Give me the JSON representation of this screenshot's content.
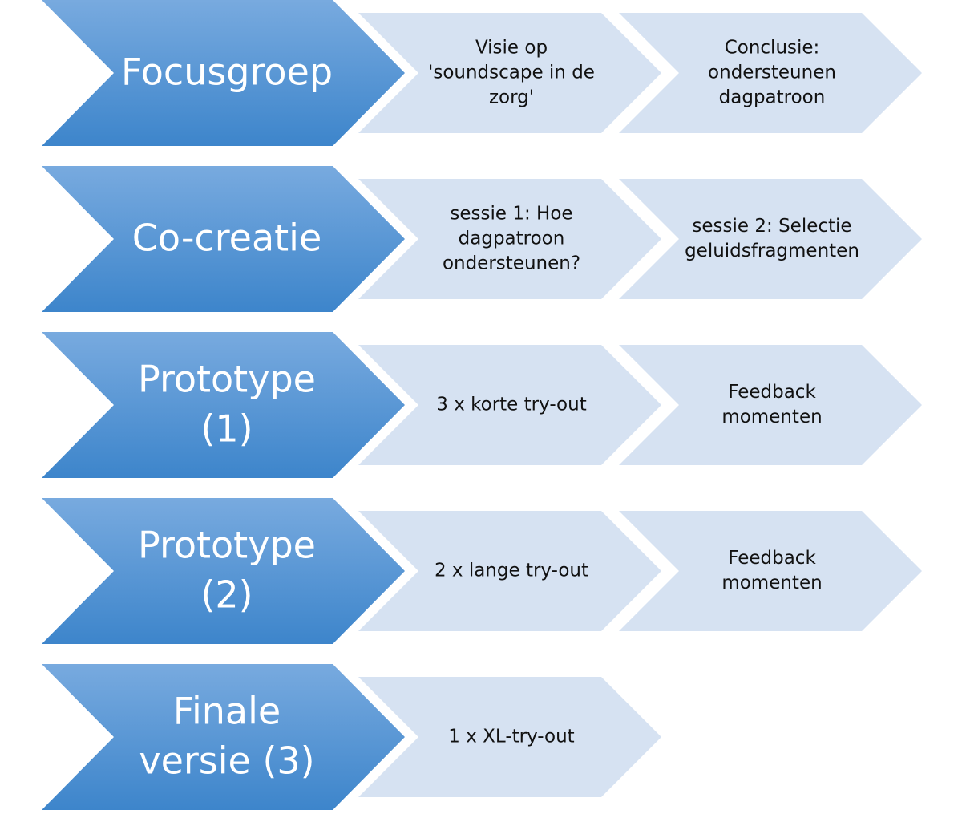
{
  "colors": {
    "main_top": "#78aadf",
    "main_bottom": "#3d85cb",
    "sub_fill": "#d6e2f2",
    "sub_text": "#111111",
    "main_text": "#ffffff"
  },
  "rows": [
    {
      "id": "focusgroep",
      "main_lines": [
        "Focusgroep"
      ],
      "steps": [
        {
          "lines": [
            "Visie op",
            "'soundscape in de",
            "zorg'"
          ]
        },
        {
          "lines": [
            "Conclusie:",
            "ondersteunen",
            "dagpatroon"
          ]
        }
      ]
    },
    {
      "id": "co-creatie",
      "main_lines": [
        "Co-creatie"
      ],
      "steps": [
        {
          "lines": [
            "sessie 1: Hoe",
            "dagpatroon",
            "ondersteunen?"
          ]
        },
        {
          "lines": [
            "sessie 2: Selectie",
            "geluidsfragmenten"
          ]
        }
      ]
    },
    {
      "id": "prototype-1",
      "main_lines": [
        "Prototype",
        "(1)"
      ],
      "steps": [
        {
          "lines": [
            "3 x korte try-out"
          ]
        },
        {
          "lines": [
            "Feedback",
            "momenten"
          ]
        }
      ]
    },
    {
      "id": "prototype-2",
      "main_lines": [
        "Prototype",
        "(2)"
      ],
      "steps": [
        {
          "lines": [
            "2 x lange try-out"
          ]
        },
        {
          "lines": [
            "Feedback",
            "momenten"
          ]
        }
      ]
    },
    {
      "id": "finale-versie",
      "main_lines": [
        "Finale",
        "versie (3)"
      ],
      "steps": [
        {
          "lines": [
            "1 x XL-try-out"
          ]
        }
      ]
    }
  ]
}
